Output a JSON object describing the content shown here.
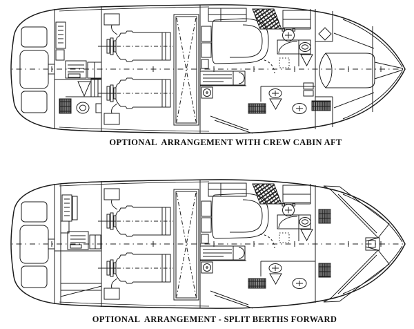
{
  "page": {
    "background": "#ffffff",
    "ink": "#1c1c1c"
  },
  "figures": [
    {
      "name": "upper-plan",
      "caption": "OPTIONAL  ARRANGEMENT WITH CREW CABIN AFT"
    },
    {
      "name": "lower-plan",
      "caption": "OPTIONAL  ARRANGEMENT - SPLIT BERTHS FORWARD"
    }
  ]
}
